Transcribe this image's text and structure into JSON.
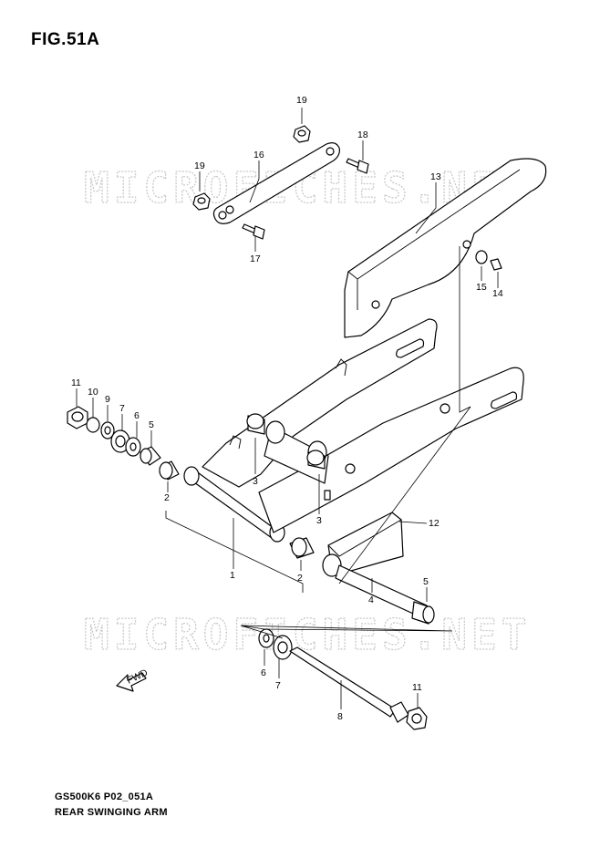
{
  "figure": {
    "title": "FIG.51A",
    "model_code": "GS500K6 P02_051A",
    "assembly_name": "REAR SWINGING ARM",
    "watermark": "MICROFICHES.NET",
    "fwd_marker": "FWD"
  },
  "callouts": [
    {
      "id": "c1",
      "label": "1"
    },
    {
      "id": "c2a",
      "label": "2"
    },
    {
      "id": "c2b",
      "label": "2"
    },
    {
      "id": "c3a",
      "label": "3"
    },
    {
      "id": "c3b",
      "label": "3"
    },
    {
      "id": "c4",
      "label": "4"
    },
    {
      "id": "c5a",
      "label": "5"
    },
    {
      "id": "c5b",
      "label": "5"
    },
    {
      "id": "c6a",
      "label": "6"
    },
    {
      "id": "c6b",
      "label": "6"
    },
    {
      "id": "c7a",
      "label": "7"
    },
    {
      "id": "c7b",
      "label": "7"
    },
    {
      "id": "c8",
      "label": "8"
    },
    {
      "id": "c9",
      "label": "9"
    },
    {
      "id": "c10",
      "label": "10"
    },
    {
      "id": "c11a",
      "label": "11"
    },
    {
      "id": "c11b",
      "label": "11"
    },
    {
      "id": "c12",
      "label": "12"
    },
    {
      "id": "c13",
      "label": "13"
    },
    {
      "id": "c14",
      "label": "14"
    },
    {
      "id": "c15",
      "label": "15"
    },
    {
      "id": "c16",
      "label": "16"
    },
    {
      "id": "c17",
      "label": "17"
    },
    {
      "id": "c18",
      "label": "18"
    },
    {
      "id": "c19a",
      "label": "19"
    },
    {
      "id": "c19b",
      "label": "19"
    }
  ]
}
